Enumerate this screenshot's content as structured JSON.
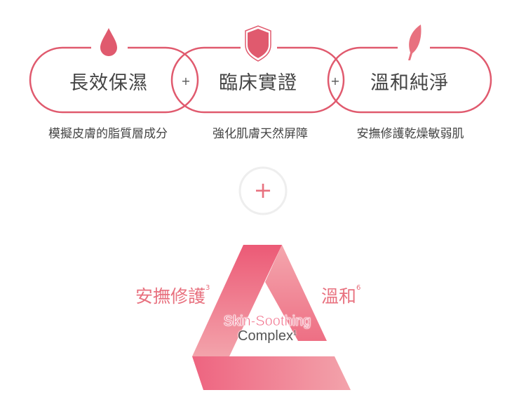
{
  "features": [
    {
      "icon": "water-drop-icon",
      "title": "長效保濕",
      "desc": "模擬皮膚的脂質層成分"
    },
    {
      "icon": "shield-icon",
      "title": "臨床實證",
      "desc": "強化肌膚天然屏障"
    },
    {
      "icon": "feather-icon",
      "title": "溫和純淨",
      "desc": "安撫修護乾燥敏弱肌"
    }
  ],
  "joiner": "+",
  "center_plus": "+",
  "triangle": {
    "left_label": "安撫修護",
    "left_sup": "3",
    "right_label": "溫和",
    "right_sup": "6",
    "center_line1": "Skin-Soothing",
    "center_line2": "Complex",
    "center_sup": "1"
  },
  "colors": {
    "accent": "#e05a6e",
    "pink_light": "#f3a3ab",
    "text": "#444444"
  }
}
